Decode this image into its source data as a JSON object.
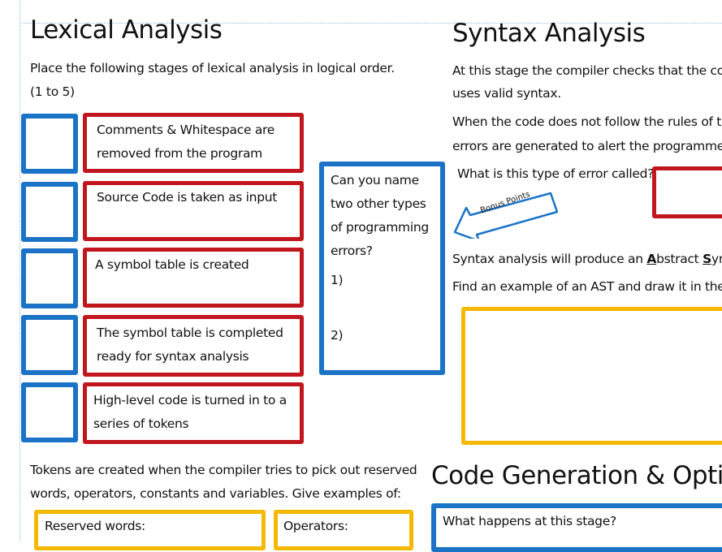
{
  "lexical": {
    "title": "Lexical Analysis",
    "instruction_line1": "Place the following stages of lexical analysis in logical order.",
    "instruction_line2": "(1 to 5)",
    "stages": [
      {
        "text": "Comments & Whitespace are removed from the program"
      },
      {
        "text": "Source Code is taken as input"
      },
      {
        "text": "A symbol table is created"
      },
      {
        "text": "The symbol table is completed ready for syntax analysis"
      },
      {
        "text": "High-level code is turned in to a series of tokens"
      }
    ]
  },
  "errors_box": {
    "question": "Can you name two other types of programming errors?",
    "item1": "1)",
    "item2": "2)"
  },
  "tokens": {
    "line1": "Tokens are created when the compiler tries to pick out reserved",
    "line2": "words, operators, constants and variables. Give examples of:",
    "reserved_label": "Reserved words:",
    "operators_label": "Operators:"
  },
  "syntax": {
    "title": "Syntax Analysis",
    "line1": "At this stage the compiler checks that the code",
    "line2": "uses valid syntax.",
    "line3": "When the code does not follow the rules of the",
    "line4": "errors are generated to alert the programmer t",
    "question": "What is this type of error called?",
    "bonus": "Bonus Points",
    "ast_line_pre": "Syntax analysis will produce an ",
    "ast_A": "A",
    "ast_mid1": "bstract ",
    "ast_S": "S",
    "ast_mid2": "ynta",
    "find_line": "Find an example of an AST and draw it in the bo"
  },
  "codegen": {
    "title": "Code Generation & Opti",
    "question": "What happens at this stage?"
  },
  "colors": {
    "blue": "#1b73c7",
    "red": "#c2161e",
    "yellow": "#f5b800"
  }
}
